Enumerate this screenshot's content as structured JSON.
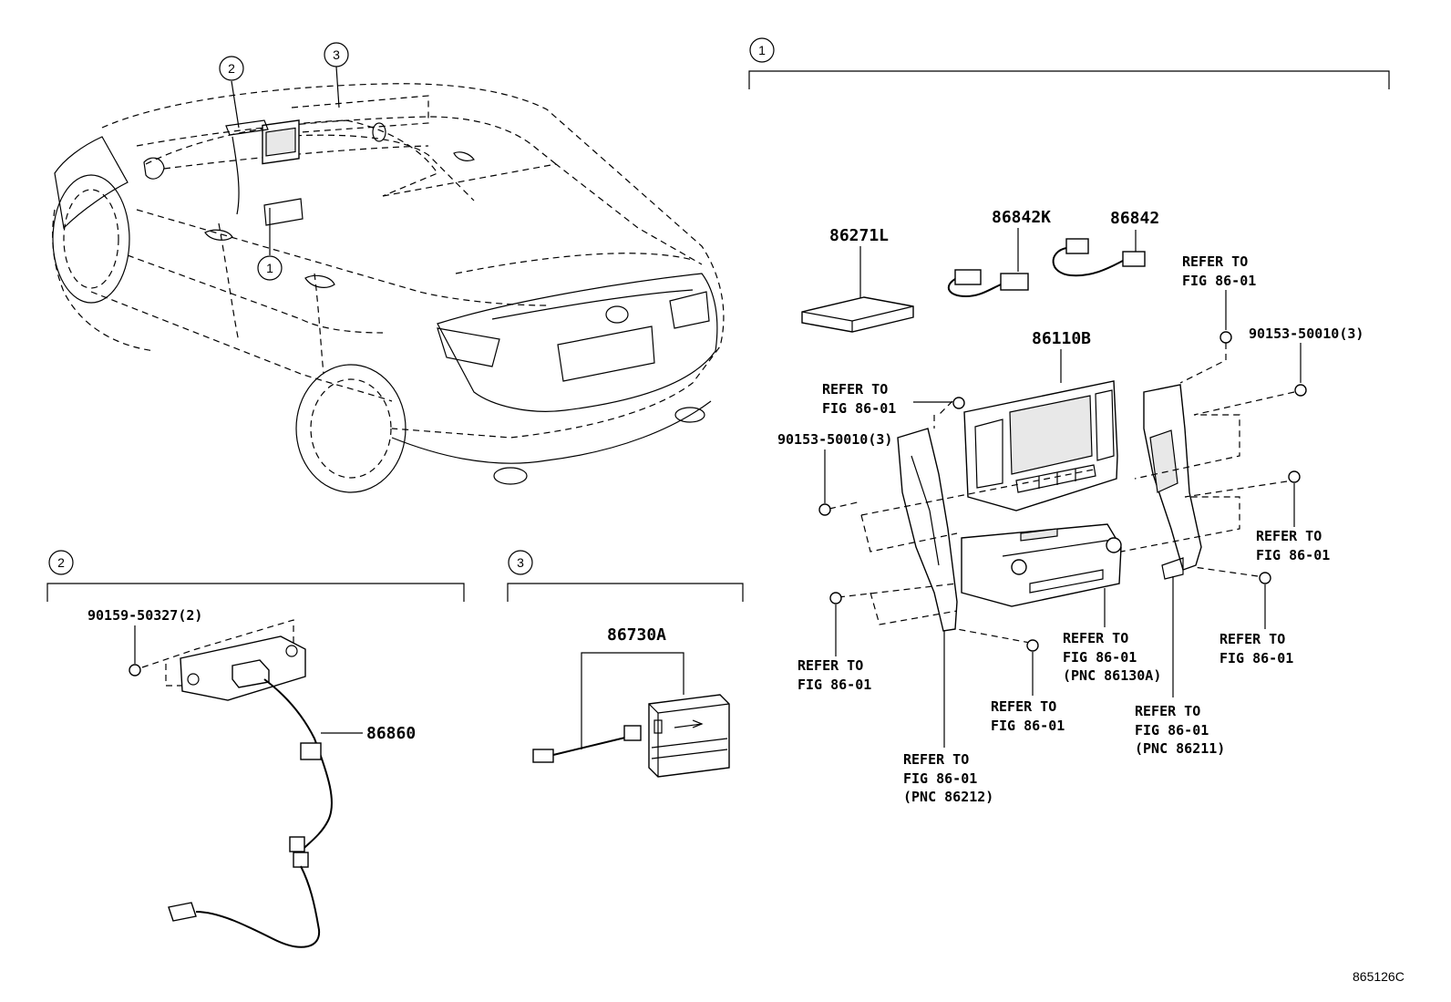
{
  "callouts": {
    "c1": "1",
    "c2": "2",
    "c3": "3"
  },
  "sections": {
    "top_right": {
      "number": "1"
    },
    "bottom_left": {
      "number": "2"
    },
    "bottom_middle": {
      "number": "3"
    }
  },
  "parts": {
    "p86271L": "86271L",
    "p86842K": "86842K",
    "p86842": "86842",
    "p86110B": "86110B",
    "p86860": "86860",
    "p86730A": "86730A"
  },
  "bolts": {
    "b1": "90153-50010(3)",
    "b2": "90153-50010(3)",
    "b3": "90159-50327(2)"
  },
  "refs": {
    "refer_to": "REFER TO",
    "fig": "FIG 86-01",
    "pnc_86130A": "(PNC 86130A)",
    "pnc_86211": "(PNC 86211)",
    "pnc_86212": "(PNC 86212)"
  },
  "diagram_code": "865126C"
}
